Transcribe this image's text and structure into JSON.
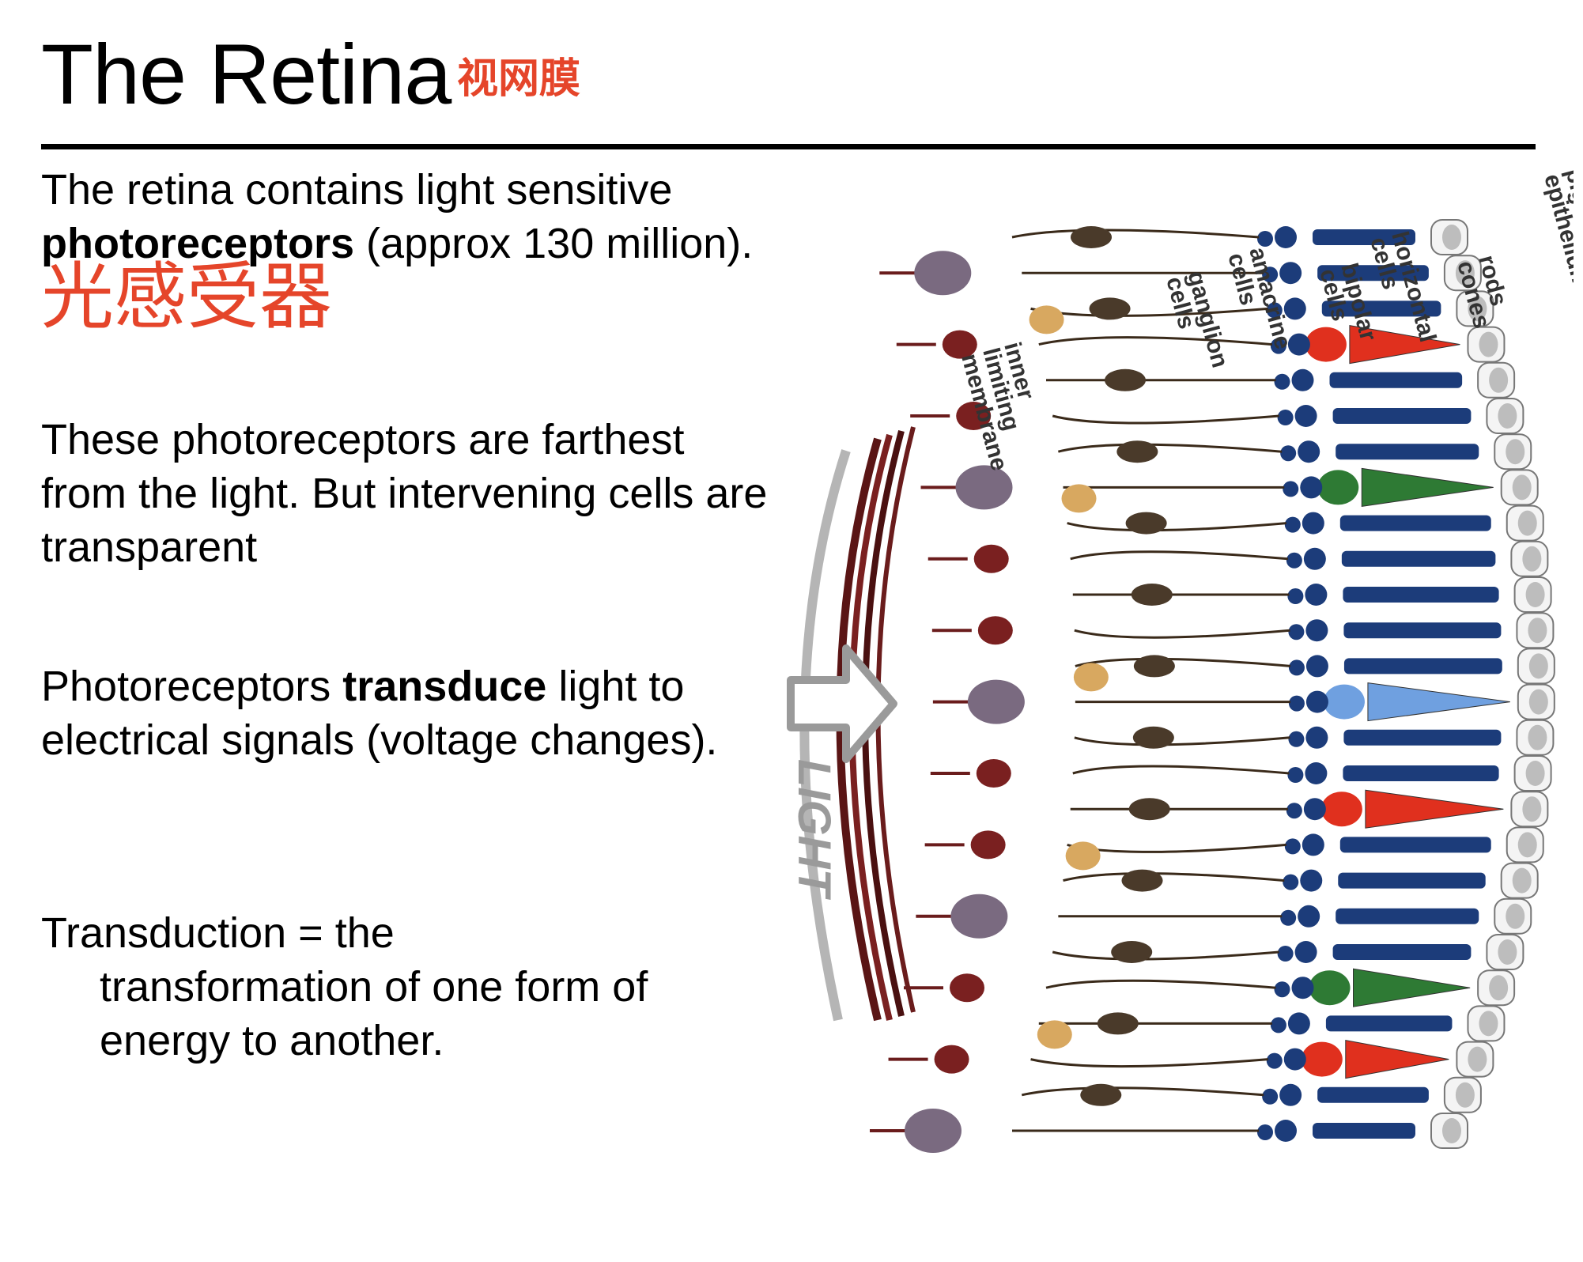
{
  "title": "The Retina",
  "title_cn": "视网膜",
  "p1": {
    "text1": "The retina contains light sensitive ",
    "bold": "photoreceptors",
    "text2": " (approx 130 million).",
    "cn": "光感受器"
  },
  "p2": "These photoreceptors are farthest from the light. But intervening cells are transparent",
  "p3": {
    "text1": "Photoreceptors ",
    "bold": "transduce",
    "text2": " light to electrical signals (voltage changes)."
  },
  "p4": {
    "line1": "Transduction = the",
    "rest": "transformation of one form of energy to another."
  },
  "diagram": {
    "labels": {
      "pigment": [
        "pigment",
        "epithelium"
      ],
      "rods_cones": [
        "rods",
        "cones"
      ],
      "horizontal": [
        "horizontal",
        "cells"
      ],
      "bipolar": [
        "bipolar",
        "cells"
      ],
      "amacrine": [
        "amacrine",
        "cells"
      ],
      "ganglion": [
        "ganglion",
        "cells"
      ],
      "inner": [
        "inner",
        "limiting",
        "membrane"
      ]
    },
    "light": "LIGHT"
  },
  "colors": {
    "accent_cn": "#e5452a",
    "rod": "#1c3c7a",
    "cone_red": "#e0301e",
    "cone_green": "#2e7a34",
    "cone_blue": "#6fa0e0",
    "ganglion": "#7a6a80",
    "fibers": "#6a1c1c"
  }
}
